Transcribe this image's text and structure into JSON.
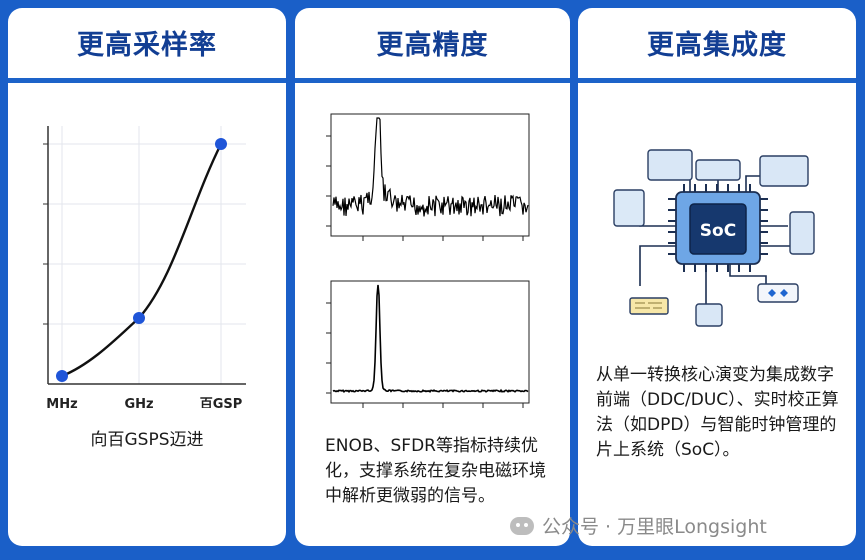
{
  "panels": [
    {
      "title": "更高采样率",
      "caption": "向百GSPS迈进"
    },
    {
      "title": "更高精度",
      "caption": "ENOB、SFDR等指标持续优化，支撑系统在复杂电磁环境中解析更微弱的信号。"
    },
    {
      "title": "更高集成度",
      "caption": "从单一转换核心演变为集成数字前端（DDC/DUC）、实时校正算法（如DPD）与智能时钟管理的片上系统（SoC）。"
    }
  ],
  "chart_data": {
    "type": "line",
    "categories": [
      "MHz",
      "GHz",
      "百GSP"
    ],
    "values": [
      0,
      1,
      4
    ],
    "ylim": [
      0,
      4
    ],
    "grid": true,
    "xlabel": "",
    "ylabel": ""
  },
  "chip": {
    "label": "SoC"
  },
  "watermark": {
    "text": "公众号 · 万里眼Longsight"
  },
  "colors": {
    "accent": "#1d63c9",
    "title": "#123e93",
    "point": "#1f55d8",
    "chip": "#16386e"
  }
}
